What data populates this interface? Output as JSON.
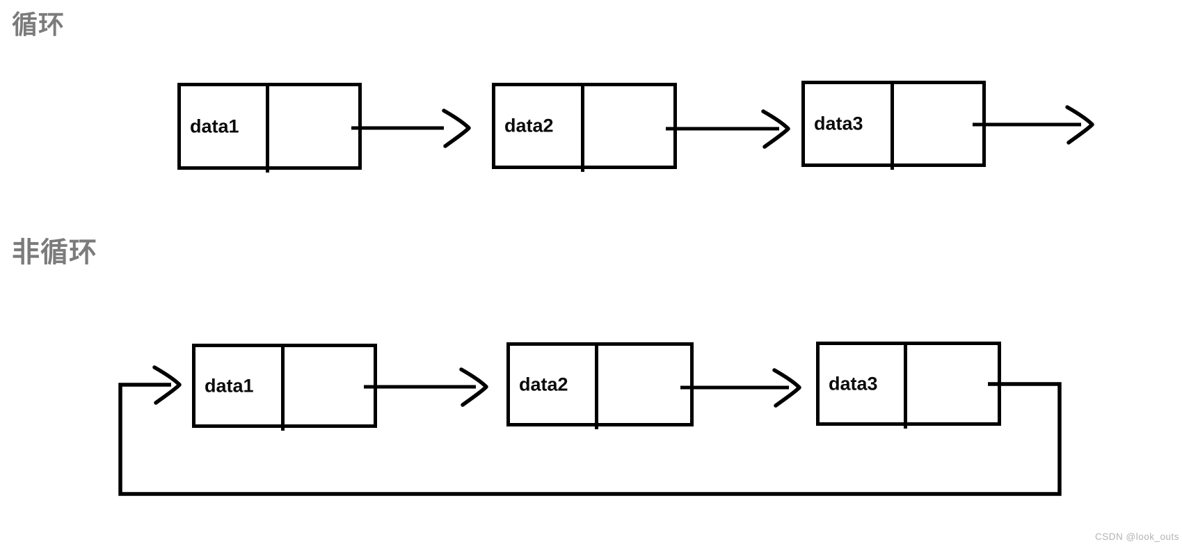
{
  "diagram": {
    "sections": [
      {
        "title": "循环",
        "nodes": [
          {
            "label": "data1"
          },
          {
            "label": "data2"
          },
          {
            "label": "data3"
          }
        ],
        "edges": [
          "data1->data2",
          "data2->data3",
          "data3->right"
        ]
      },
      {
        "title": "非循环",
        "nodes": [
          {
            "label": "data1"
          },
          {
            "label": "data2"
          },
          {
            "label": "data3"
          }
        ],
        "edges": [
          "data1->data2",
          "data2->data3",
          "data3->data1"
        ]
      }
    ]
  },
  "watermark": "CSDN @look_outs",
  "colors": {
    "stroke": "#000000",
    "section_title": "#7b7b7b",
    "node_text": "#0a0a0a",
    "watermark": "#b3b3b3",
    "background": "#ffffff"
  }
}
